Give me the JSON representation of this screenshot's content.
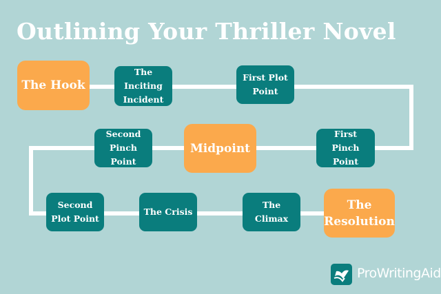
{
  "title": "Outlining Your Thriller Novel",
  "steps": [
    {
      "label": "The Hook",
      "kind": "major"
    },
    {
      "label": "The Inciting Incident",
      "kind": "minor"
    },
    {
      "label": "First Plot Point",
      "kind": "minor"
    },
    {
      "label": "First Pinch Point",
      "kind": "minor"
    },
    {
      "label": "Midpoint",
      "kind": "major"
    },
    {
      "label": "Second Pinch Point",
      "kind": "minor"
    },
    {
      "label": "Second Plot Point",
      "kind": "minor"
    },
    {
      "label": "The Crisis",
      "kind": "minor"
    },
    {
      "label": "The Climax",
      "kind": "minor"
    },
    {
      "label": "The Resolution",
      "kind": "major"
    }
  ],
  "brand": {
    "name": "ProWritingAid",
    "icon": "book-icon"
  },
  "colors": {
    "background": "#b1d5d5",
    "teal": "#0a7d7d",
    "orange": "#fba94c"
  }
}
